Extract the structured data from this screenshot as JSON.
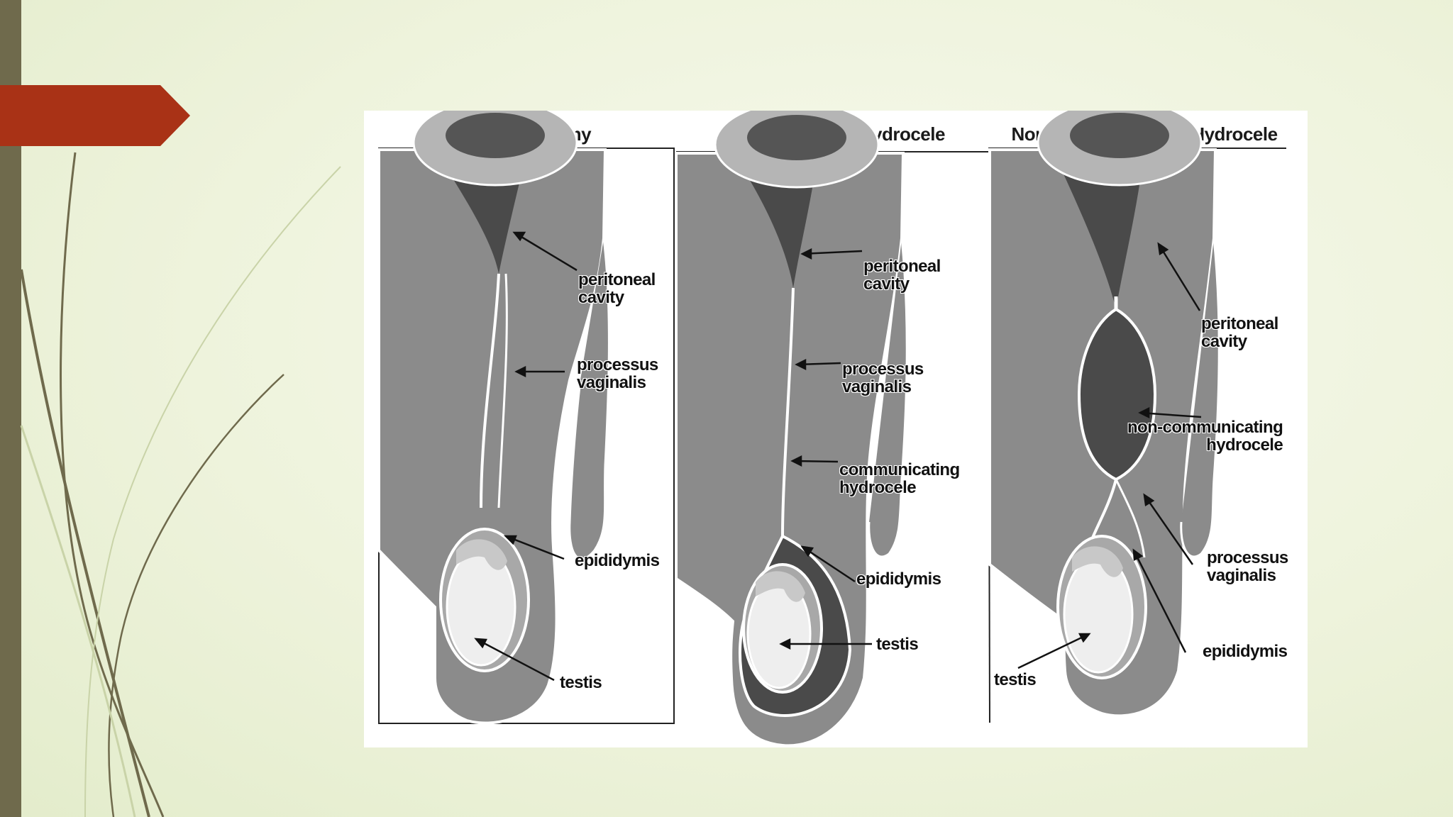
{
  "slide": {
    "colors": {
      "left_bar": "#6f6a4c",
      "accent_tab": "#a93216",
      "background": "#eef3dc"
    }
  },
  "figure": {
    "panels": [
      {
        "title": "Normal Anatomy",
        "labels": {
          "peritoneal_cavity": [
            "peritoneal",
            "cavity"
          ],
          "processus_vaginalis": [
            "processus",
            "vaginalis"
          ],
          "epididymis": [
            "epididymis"
          ],
          "testis": [
            "testis"
          ]
        }
      },
      {
        "title": "Communicating Hydrocele",
        "labels": {
          "peritoneal_cavity": [
            "peritoneal",
            "cavity"
          ],
          "processus_vaginalis": [
            "processus",
            "vaginalis"
          ],
          "communicating_hydrocele": [
            "communicating",
            "hydrocele"
          ],
          "epididymis": [
            "epididymis"
          ],
          "testis": [
            "testis"
          ]
        }
      },
      {
        "title": "Non-Communicating Hydrocele",
        "labels": {
          "peritoneal_cavity": [
            "peritoneal",
            "cavity"
          ],
          "non_communicating_hydrocele": [
            "non-communicating",
            "hydrocele"
          ],
          "processus_vaginalis": [
            "processus",
            "vaginalis"
          ],
          "epididymis": [
            "epididymis"
          ],
          "testis": [
            "testis"
          ]
        }
      }
    ]
  }
}
